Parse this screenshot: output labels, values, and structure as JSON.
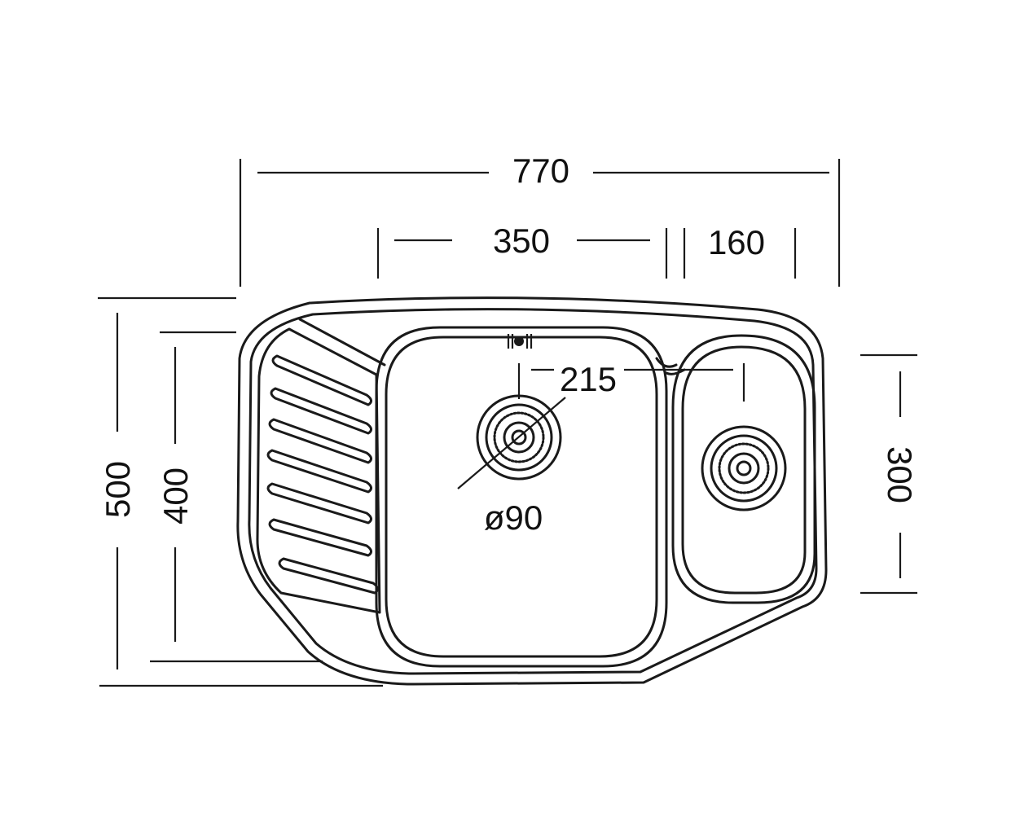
{
  "dimensions": {
    "overall_width": "770",
    "left_bowl_width": "350",
    "right_bowl_width": "160",
    "drain_offset": "215",
    "drain_diameter": "ø90",
    "overall_depth": "500",
    "inner_depth": "400",
    "right_bowl_depth": "300"
  },
  "colors": {
    "line": "#1a1a1a",
    "background": "#ffffff"
  }
}
